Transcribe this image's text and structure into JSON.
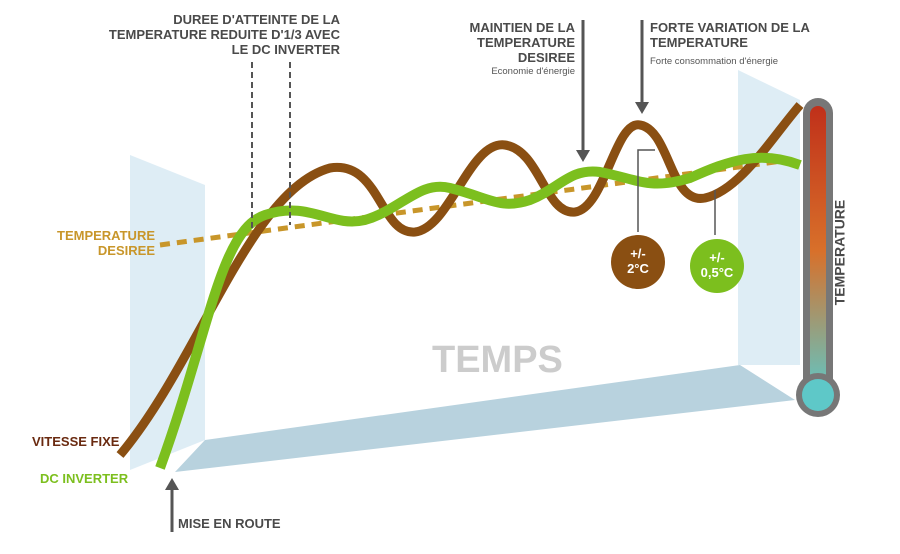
{
  "annotations": {
    "duree": "DUREE D'ATTEINTE DE LA TEMPERATURE REDUITE D'1/3 AVEC LE DC INVERTER",
    "maintien_title": "MAINTIEN DE LA TEMPERATURE DESIREE",
    "maintien_sub": "Economie d'énergie",
    "forte_title": "FORTE VARIATION DE LA TEMPERATURE",
    "forte_sub": "Forte consommation d'énergie",
    "temp_desiree": "TEMPERATURE DESIREE",
    "temps": "TEMPS",
    "temperature_axis": "TEMPERATURE",
    "vitesse_fixe": "VITESSE FIXE",
    "dc_inverter": "DC INVERTER",
    "mise_en_route": "MISE EN ROUTE"
  },
  "badges": {
    "fixe": {
      "line1": "+/-",
      "line2": "2°C"
    },
    "inverter": {
      "line1": "+/-",
      "line2": "0,5°C"
    }
  },
  "colors": {
    "brown": "#8a4f12",
    "green": "#7cbf1e",
    "gold": "#c8962a",
    "text": "#4a4a4a"
  }
}
